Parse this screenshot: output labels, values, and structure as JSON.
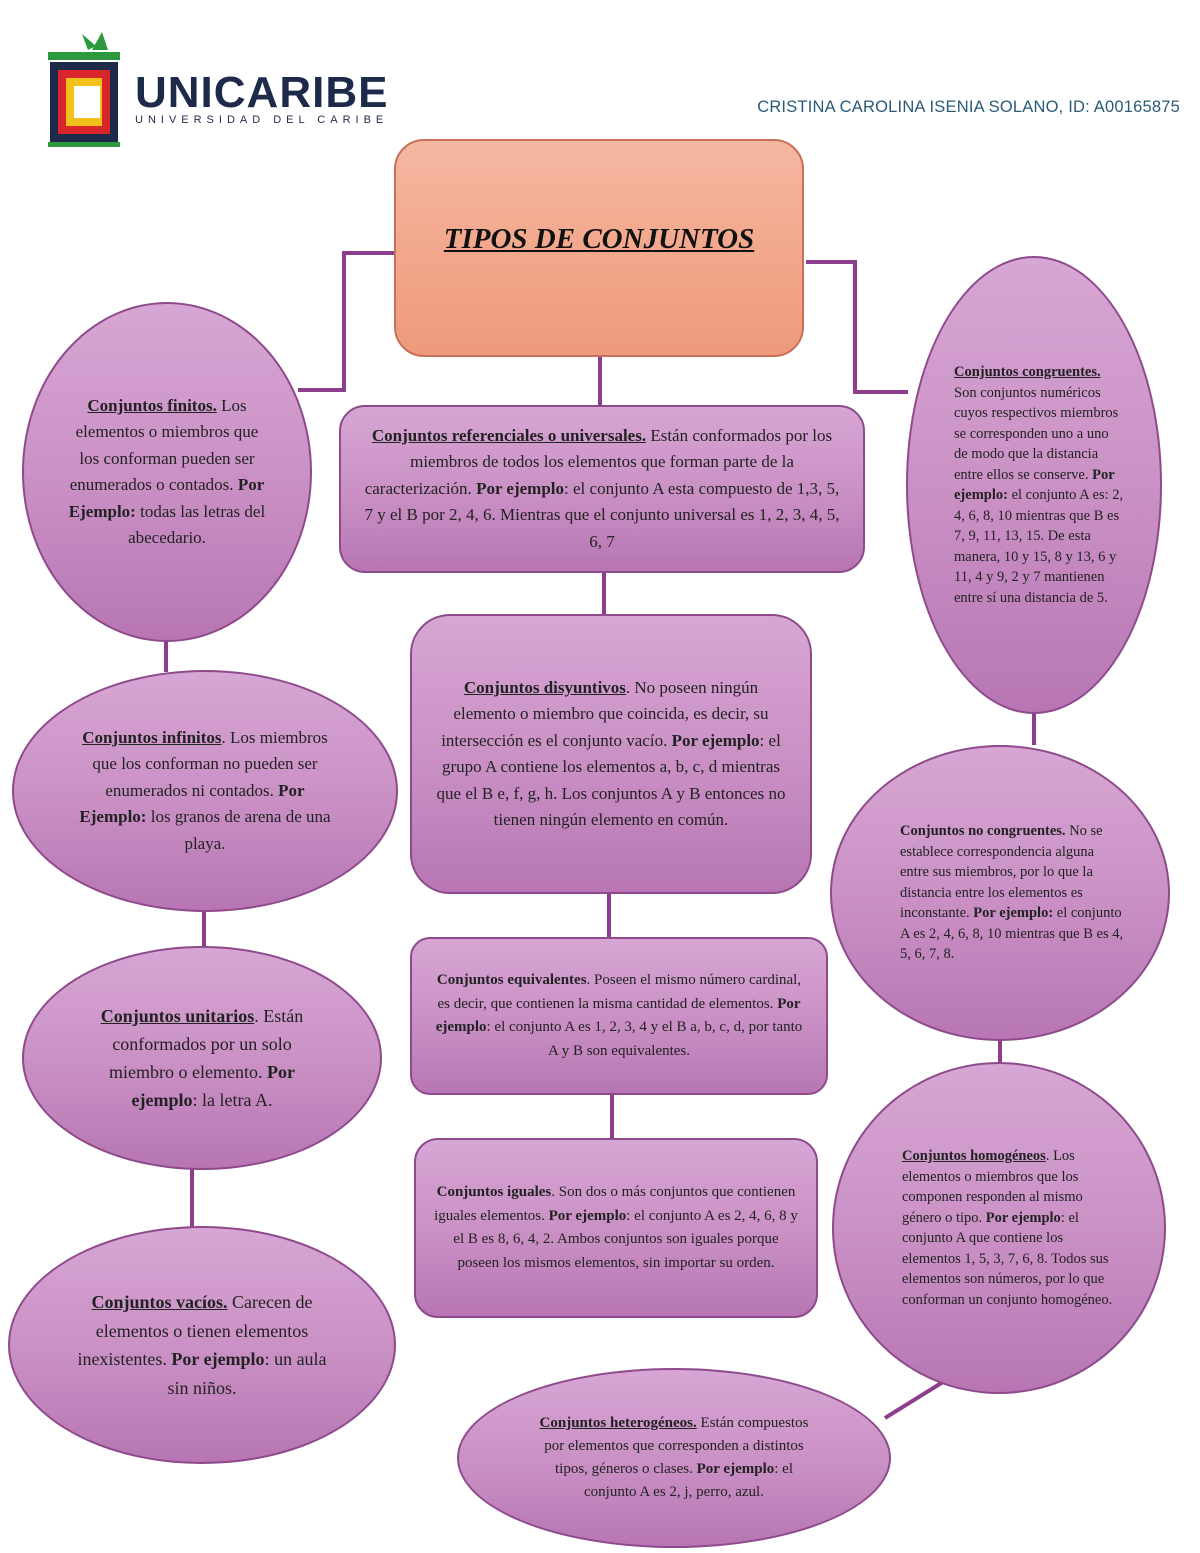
{
  "header": {
    "logo_name": "UNICARIBE",
    "logo_subtitle": "UNIVERSIDAD DEL CARIBE",
    "student": "CRISTINA CAROLINA ISENIA SOLANO, ID: A00165875"
  },
  "colors": {
    "node_fill": "#c98fc4",
    "node_border": "#8e4a8c",
    "connector": "#8e3c8c",
    "title_fill": "#f2a588",
    "logo_navy": "#1d2a4a",
    "logo_green": "#2c9a3c",
    "logo_red": "#d8262c",
    "logo_yellow": "#f2c21b",
    "student_text": "#2b5a78"
  },
  "title": "TIPOS DE CONJUNTOS",
  "nodes": {
    "finitos": {
      "title": "Conjuntos finitos.",
      "text1": " Los elementos o miembros que los conforman pueden ser enumerados o contados. ",
      "ex": "Por Ejemplo:",
      "text2": " todas las letras del abecedario."
    },
    "infinitos": {
      "title": "Conjuntos infinitos",
      "text1": ". Los miembros que los conforman no pueden ser enumerados ni contados. ",
      "ex": "Por Ejemplo:",
      "text2": " los granos de arena de una playa."
    },
    "unitarios": {
      "title": "Conjuntos unitarios",
      "text1": ". Están conformados por un solo miembro o elemento. ",
      "ex": "Por ejemplo",
      "text2": ": la letra A."
    },
    "vacios": {
      "title": "Conjuntos vacíos.",
      "text1": " Carecen de elementos o tienen elementos inexistentes. ",
      "ex": "Por ejemplo",
      "text2": ": un aula sin niños."
    },
    "referenciales": {
      "title": "Conjuntos referenciales o universales.",
      "text1": " Están conformados por los miembros de todos los elementos que forman parte de la caracterización. ",
      "ex": "Por ejemplo",
      "text2": ": el conjunto A esta compuesto de 1,3, 5, 7 y el B por 2, 4, 6. Mientras que el conjunto universal es 1, 2, 3, 4, 5, 6, 7"
    },
    "disyuntivos": {
      "title": "Conjuntos disyuntivos",
      "text1": ". No poseen ningún elemento o miembro que coincida, es decir, su intersección es el conjunto vacío. ",
      "ex": "Por ejemplo",
      "text2": ": el grupo A contiene los elementos a, b, c, d mientras que el B e, f, g, h. Los conjuntos A y B entonces no tienen ningún elemento en común."
    },
    "equivalentes": {
      "title": "Conjuntos equivalentes",
      "text1": ". Poseen el mismo número cardinal, es decir, que contienen la misma cantidad de elementos. ",
      "ex": "Por ejemplo",
      "text2": ": el conjunto A es 1, 2, 3, 4 y el B a, b, c, d, por tanto A y B son equivalentes."
    },
    "iguales": {
      "title": "Conjuntos iguales",
      "text1": ". Son dos o más conjuntos que contienen iguales elementos. ",
      "ex": "Por ejemplo",
      "text2": ": el conjunto A es 2, 4, 6, 8 y el B es 8, 6, 4, 2. Ambos conjuntos son iguales porque poseen los mismos elementos, sin importar su orden."
    },
    "heterogeneos": {
      "title": "Conjuntos heterogéneos.",
      "text1": " Están compuestos por elementos que corresponden a distintos tipos, géneros o clases. ",
      "ex": "Por ejemplo",
      "text2": ": el conjunto A es 2, j, perro, azul."
    },
    "congruentes": {
      "title": "Conjuntos congruentes.",
      "text1": " Son conjuntos numéricos cuyos respectivos miembros se corresponden uno a uno de modo que la distancia entre ellos se conserve. ",
      "ex": "Por ejemplo:",
      "text2": " el conjunto A es: 2, 4, 6, 8, 10 mientras que B es 7, 9, 11, 13, 15. De esta manera, 10 y 15, 8 y 13, 6 y 11, 4 y 9, 2 y 7 mantienen entre sí una distancia de 5."
    },
    "no_congruentes": {
      "title": "Conjuntos no congruentes.",
      "text1": " No se establece correspondencia alguna entre sus miembros, por lo que la distancia entre los elementos es inconstante. ",
      "ex": "Por ejemplo:",
      "text2": " el conjunto A es 2, 4, 6, 8, 10 mientras que B es 4, 5, 6, 7, 8."
    },
    "homogeneos": {
      "title": "Conjuntos homogéneos",
      "text1": ". Los elementos o miembros que los componen responden al mismo género o tipo. ",
      "ex": "Por ejemplo",
      "text2": ": el conjunto A que contiene los elementos 1, 5, 3, 7, 6, 8. Todos sus elementos son números, por lo que conforman un conjunto homogéneo."
    }
  }
}
